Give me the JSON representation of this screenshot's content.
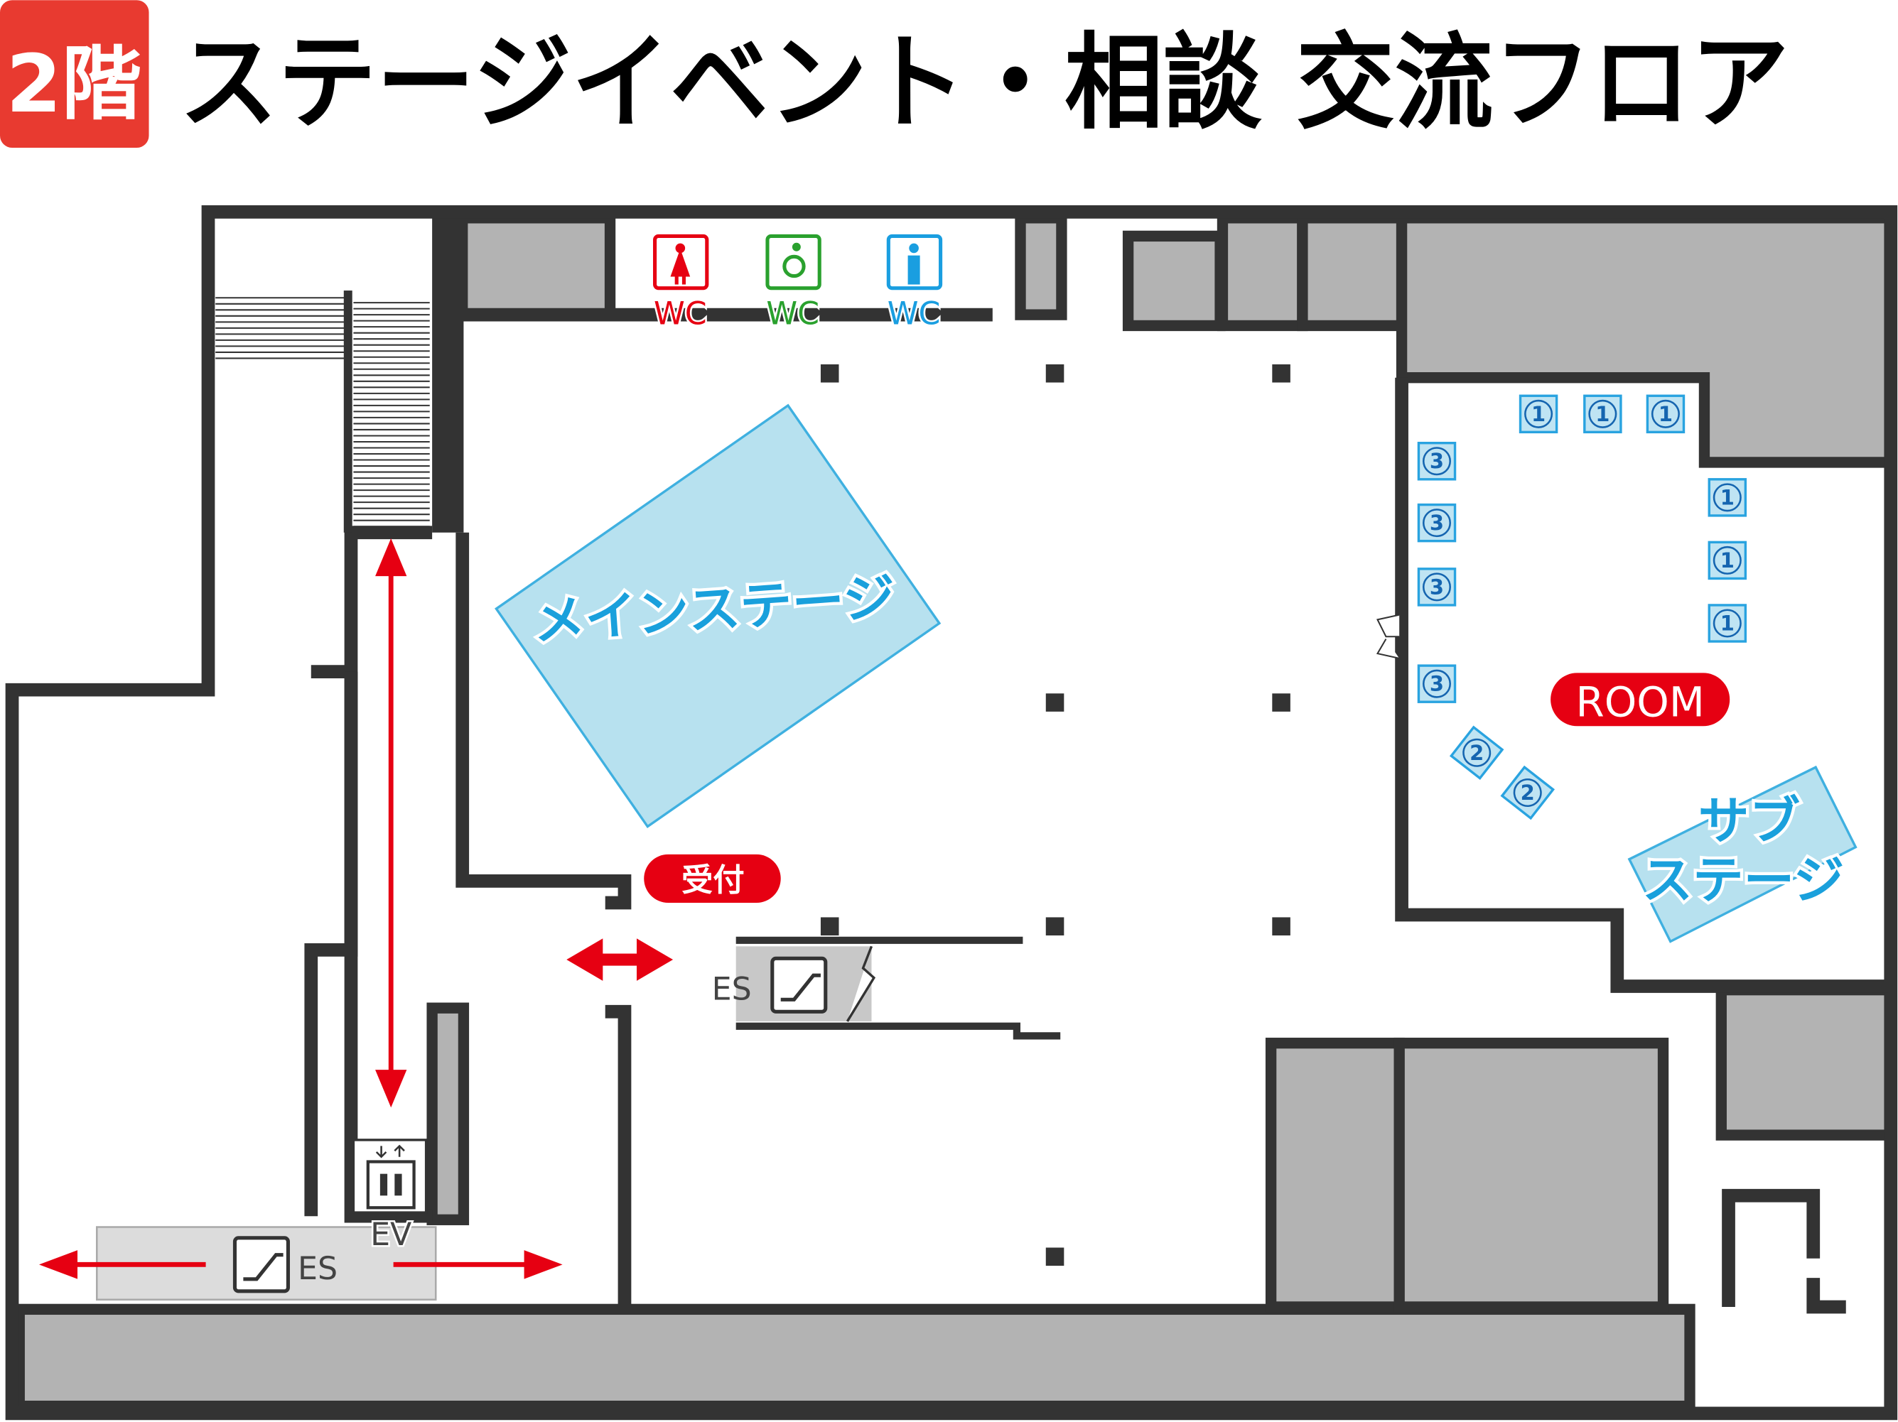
{
  "header": {
    "floor_badge": "2階",
    "title": "ステージイベント・相談 交流フロア"
  },
  "colors": {
    "accent_red": "#e60012",
    "stage_blue": "#1aa0dc",
    "wall": "#333333",
    "room_gray": "#b3b3b3"
  },
  "restrooms": [
    {
      "label": "WC",
      "icon": "female-icon",
      "color": "#e60012"
    },
    {
      "label": "WC",
      "icon": "wheelchair-icon",
      "color": "#2aa12e"
    },
    {
      "label": "WC",
      "icon": "male-icon",
      "color": "#1a9ee0"
    }
  ],
  "areas": {
    "main_stage": "メインステージ",
    "sub_stage_line1": "サブ",
    "sub_stage_line2": "ステージ",
    "room": "ROOM",
    "reception": "受付"
  },
  "facilities": {
    "escalator_center": "ES",
    "escalator_bottom": "ES",
    "elevator": "EV"
  },
  "booths": {
    "one": "1",
    "two": "2",
    "three": "3"
  }
}
